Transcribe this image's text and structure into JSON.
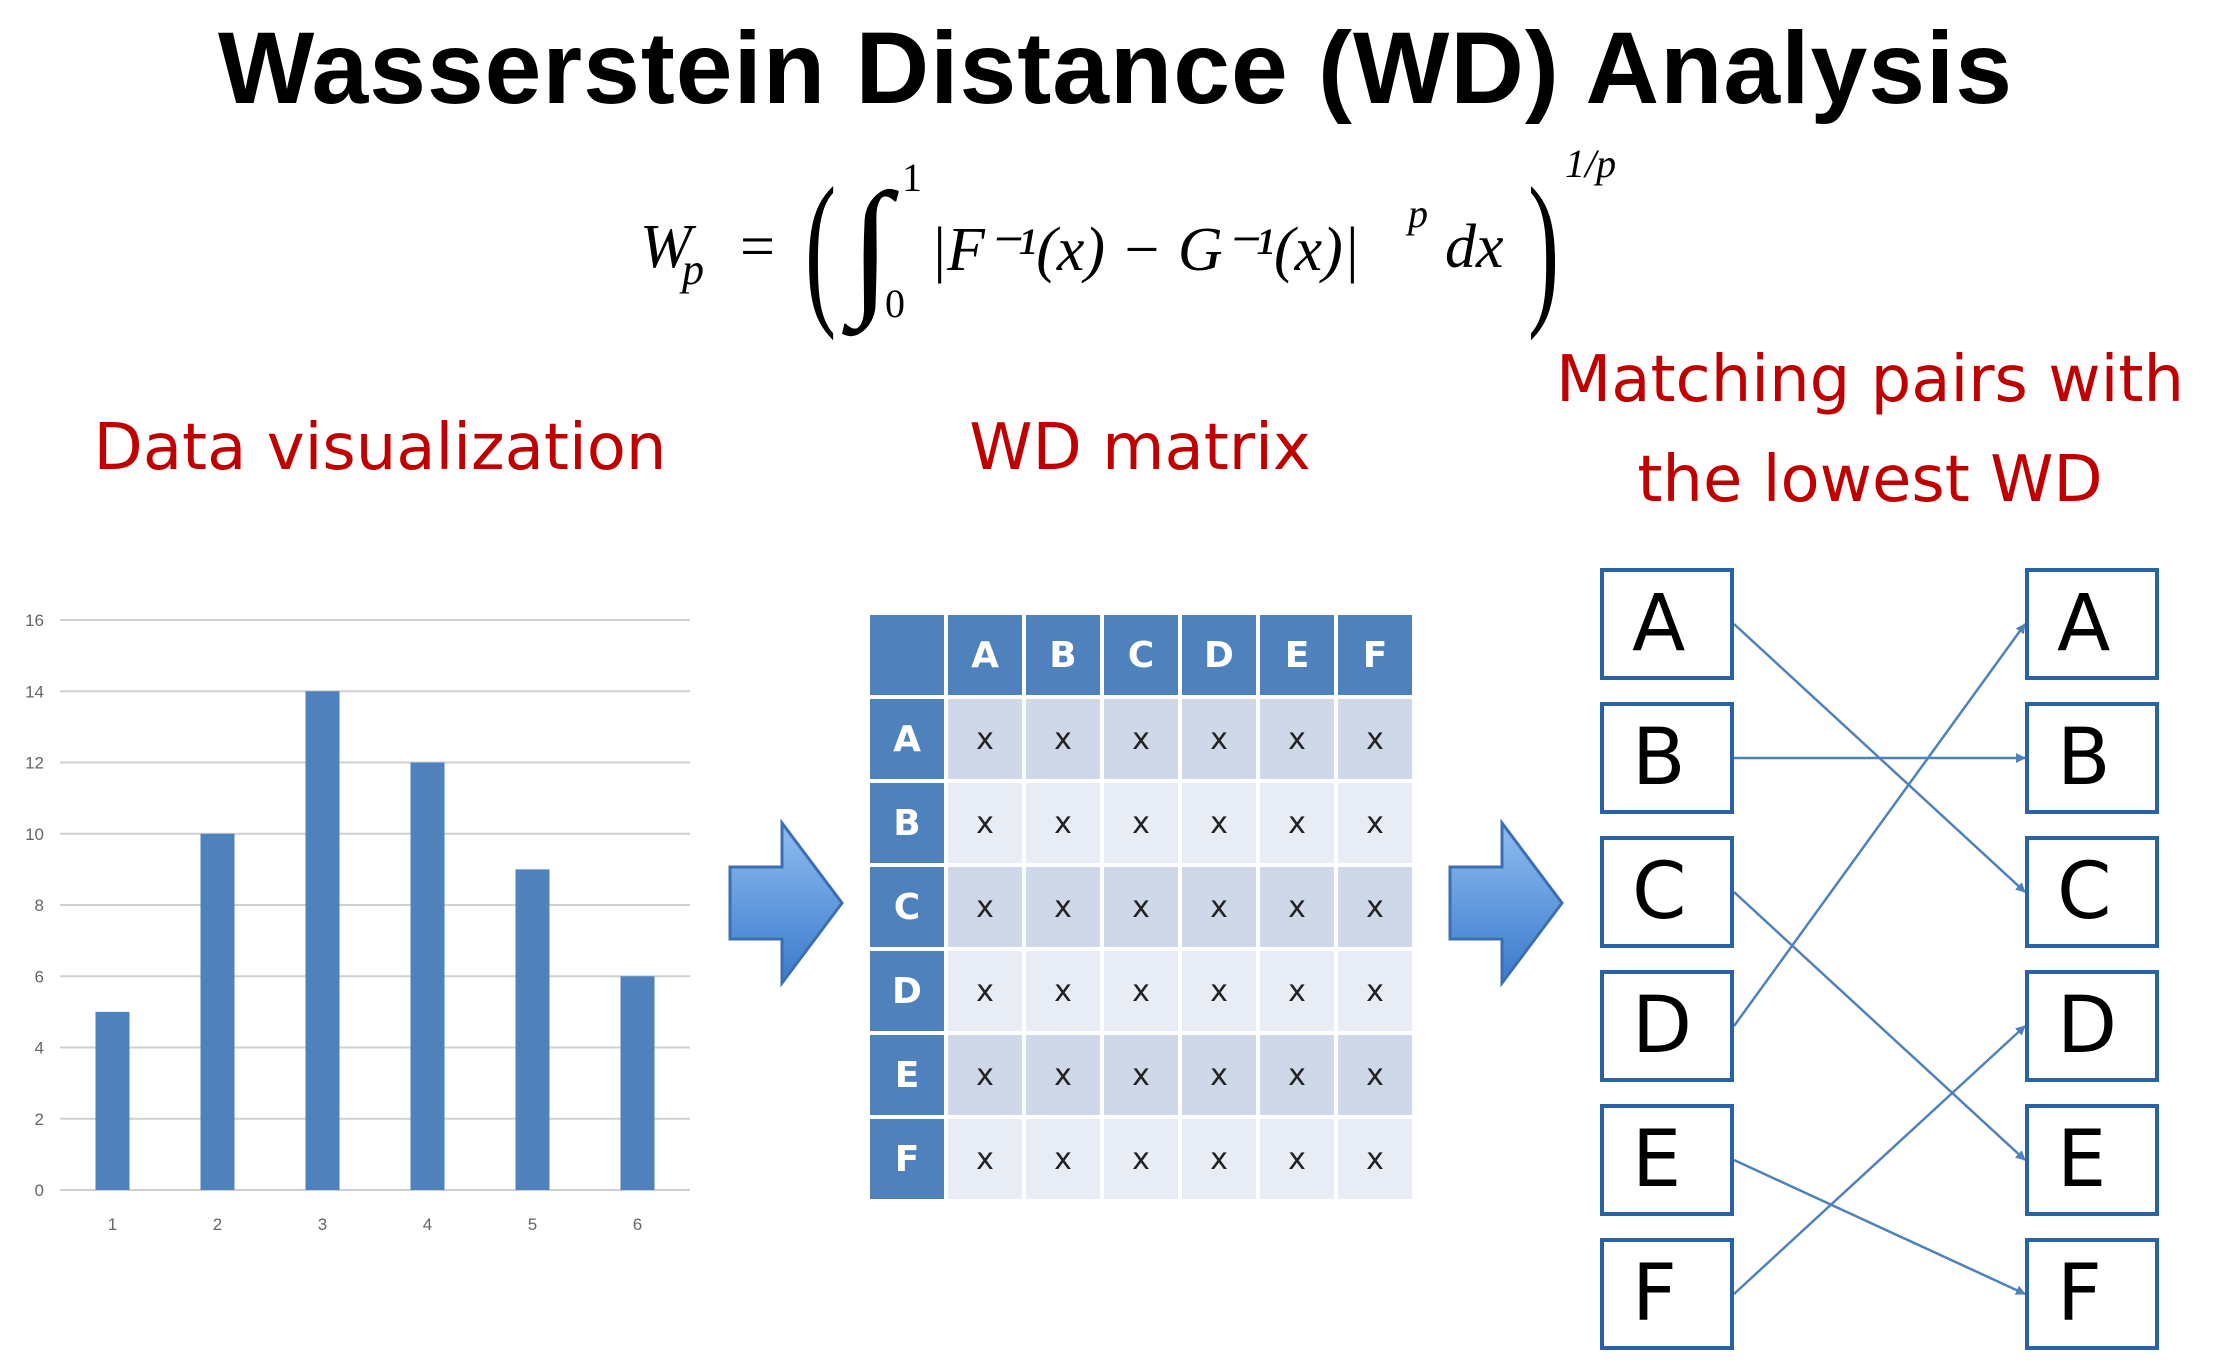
{
  "title": "Wasserstein Distance (WD) Analysis",
  "formula": {
    "lhs": "W",
    "lhs_sub": "p",
    "equals": "=",
    "integral_upper": "1",
    "integral_lower": "0",
    "body": "|F⁻¹(x) − G⁻¹(x)|",
    "body_power": "p",
    "dx": "dx",
    "outer_power": "1/p"
  },
  "headings": {
    "visualization": "Data visualization",
    "matrix": "WD matrix",
    "matching_line1": "Matching pairs with",
    "matching_line2": "the lowest WD"
  },
  "chart_data": {
    "type": "bar",
    "categories": [
      "1",
      "2",
      "3",
      "4",
      "5",
      "6"
    ],
    "values": [
      5,
      10,
      14,
      12,
      9,
      6
    ],
    "yticks": [
      "0",
      "2",
      "4",
      "6",
      "8",
      "10",
      "12",
      "14",
      "16"
    ],
    "ylim": [
      0,
      16
    ],
    "grid": true,
    "bar_color": "#4f81bd"
  },
  "matrix": {
    "columns": [
      "A",
      "B",
      "C",
      "D",
      "E",
      "F"
    ],
    "rows": [
      {
        "label": "A",
        "cells": [
          "x",
          "x",
          "x",
          "x",
          "x",
          "x"
        ]
      },
      {
        "label": "B",
        "cells": [
          "x",
          "x",
          "x",
          "x",
          "x",
          "x"
        ]
      },
      {
        "label": "C",
        "cells": [
          "x",
          "x",
          "x",
          "x",
          "x",
          "x"
        ]
      },
      {
        "label": "D",
        "cells": [
          "x",
          "x",
          "x",
          "x",
          "x",
          "x"
        ]
      },
      {
        "label": "E",
        "cells": [
          "x",
          "x",
          "x",
          "x",
          "x",
          "x"
        ]
      },
      {
        "label": "F",
        "cells": [
          "x",
          "x",
          "x",
          "x",
          "x",
          "x"
        ]
      }
    ],
    "header_color": "#4f81bd"
  },
  "matching": {
    "left": [
      "A",
      "B",
      "C",
      "D",
      "E",
      "F"
    ],
    "right": [
      "A",
      "B",
      "C",
      "D",
      "E",
      "F"
    ],
    "pairs": [
      [
        "A",
        "C"
      ],
      [
        "B",
        "B"
      ],
      [
        "C",
        "E"
      ],
      [
        "D",
        "A"
      ],
      [
        "E",
        "F"
      ],
      [
        "F",
        "D"
      ]
    ],
    "line_color": "#4f81bd",
    "box_border_color": "#2a62a6"
  },
  "flow_arrow_color": "#4f8fd8"
}
